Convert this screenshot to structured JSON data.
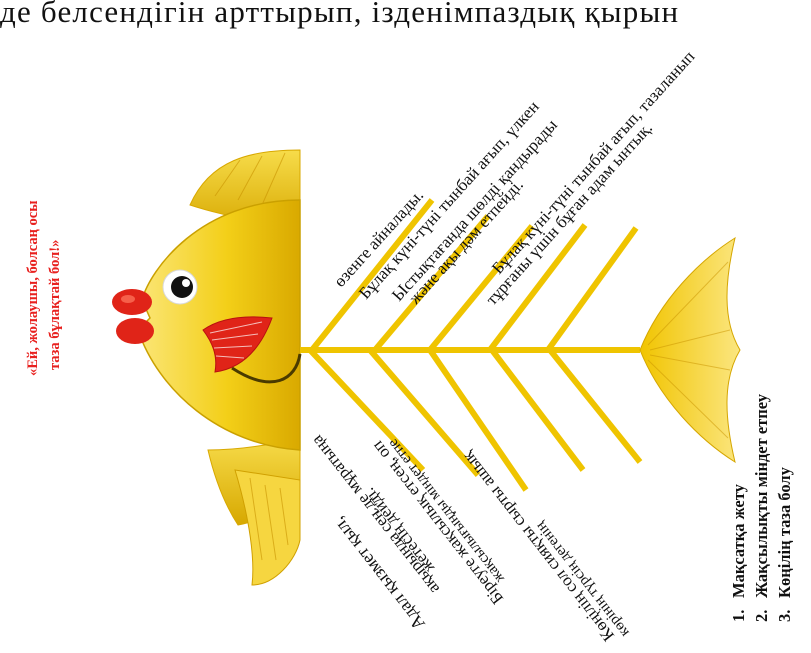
{
  "top_text": "де белсендігін арттырып, ізденімпаздық қырын",
  "quote": {
    "line1": "«Ей, жолаушы, болсаң осы",
    "line2": "таза бұлақтай бол!»"
  },
  "upper_bones": [
    "Бұлақ күні-түні тынбай ағып, үлкен",
    "өзенге айналады.",
    "Ыстықтағанда шөлді қандырады",
    "және ақы дәм етпейді.",
    "Бұлақ күні-түні тынбай ағып, тазаланып",
    "тұрғаны үшін бұған адам ынтық."
  ],
  "lower_bones": [
    "Адал қызмет қыл,",
    "ақырында сен де мұратыңа",
    "жетесің дейді.",
    "Біреуге жақсылық етсең, оп",
    "жақсылығыңды міндет етпе",
    "Көңілің сол сияқты сырты ашық",
    "көрінің түрсің дегенің"
  ],
  "tail_list": [
    {
      "num": "1.",
      "text": "Мақсатқа жету"
    },
    {
      "num": "2.",
      "text": "Жақсылықты міндет етпеу"
    },
    {
      "num": "3.",
      "text": "Көңілің таза болу"
    }
  ],
  "colors": {
    "fish_yellow": "#f5d21c",
    "fish_dark": "#c99a00",
    "lips_red": "#e02418",
    "quote_red": "#e8211f"
  }
}
